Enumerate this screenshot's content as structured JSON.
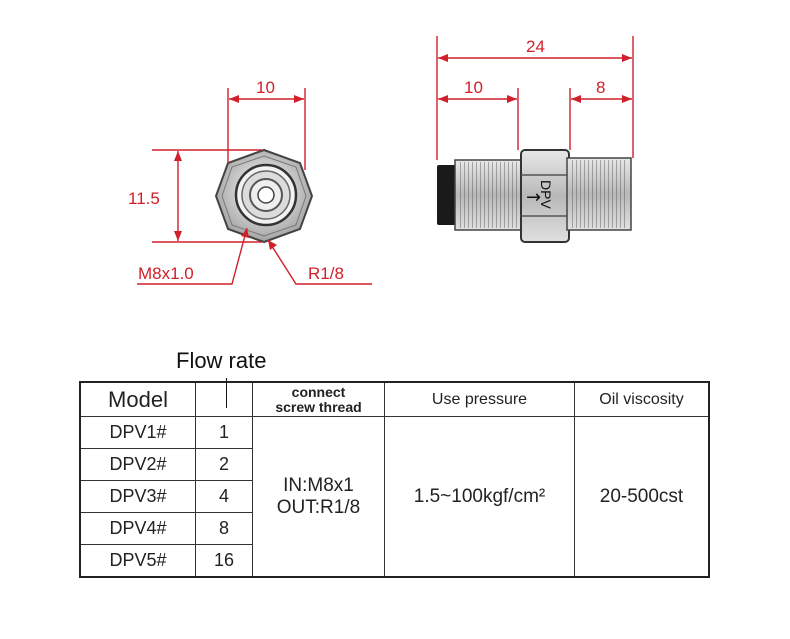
{
  "front_view": {
    "width_dim": "10",
    "height_dim": "11.5",
    "left_thread": "M8x1.0",
    "right_thread": "R1/8"
  },
  "side_view": {
    "total_dim": "24",
    "left_dim": "10",
    "right_dim": "8",
    "marking": "DPV",
    "arrow": "→"
  },
  "flow_rate_label": "Flow rate",
  "table": {
    "headers": {
      "model": "Model",
      "flow": "",
      "thread_line1": "connect",
      "thread_line2": "screw thread",
      "pressure": "Use pressure",
      "viscosity": "Oil viscosity"
    },
    "rows": [
      {
        "model": "DPV1#",
        "flow": "1"
      },
      {
        "model": "DPV2#",
        "flow": "2"
      },
      {
        "model": "DPV3#",
        "flow": "4"
      },
      {
        "model": "DPV4#",
        "flow": "8"
      },
      {
        "model": "DPV5#",
        "flow": "16"
      }
    ],
    "thread_in": "IN:M8x1",
    "thread_out": "OUT:R1/8",
    "pressure": "1.5~100kgf/cm²",
    "viscosity": "20-500cst"
  }
}
